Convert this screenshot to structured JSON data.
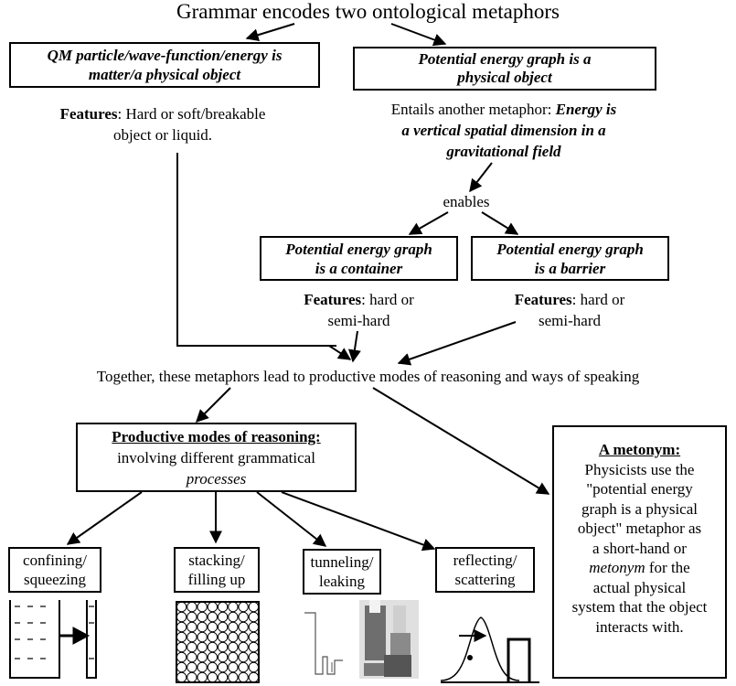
{
  "title": "Grammar encodes two ontological metaphors",
  "box_qm": {
    "line1": "QM particle/wave-function/energy is",
    "line2": "matter/a physical object"
  },
  "features_qm": {
    "label": "Features",
    "text1": ": Hard or soft/breakable",
    "text2": "object or liquid."
  },
  "box_peg": {
    "line1": "Potential energy graph is a",
    "line2": "physical object"
  },
  "entails": {
    "prefix": "Entails another metaphor: ",
    "em1": "Energy is",
    "em2": "a vertical spatial dimension in a",
    "em3": "gravitational field"
  },
  "enables": "enables",
  "box_container": {
    "line1": "Potential energy graph",
    "line2": "is a container"
  },
  "box_barrier": {
    "line1": "Potential energy graph",
    "line2": "is a barrier"
  },
  "features_container": {
    "label": "Features",
    "text1": ": hard or",
    "text2": "semi-hard"
  },
  "features_barrier": {
    "label": "Features",
    "text1": ": hard or",
    "text2": "semi-hard"
  },
  "together": "Together, these metaphors lead to productive modes of reasoning and ways of speaking",
  "box_modes": {
    "heading": "Productive modes of reasoning:",
    "line2": "involving different grammatical",
    "line3": "processes"
  },
  "box_metonym": {
    "heading": "A metonym:",
    "lines": [
      "Physicists use the",
      "\"potential energy",
      "graph  is a physical",
      "object\" metaphor  as",
      "a short-hand or"
    ],
    "metonym_word": "metonym",
    "metonym_rest": " for the",
    "lines2": [
      "actual physical",
      "system that the object",
      "interacts with."
    ]
  },
  "modes": [
    {
      "line1": "confining/",
      "line2": "squeezing"
    },
    {
      "line1": "stacking/",
      "line2": "filling up"
    },
    {
      "line1": "tunneling/",
      "line2": "leaking"
    },
    {
      "line1": "reflecting/",
      "line2": "scattering"
    }
  ]
}
